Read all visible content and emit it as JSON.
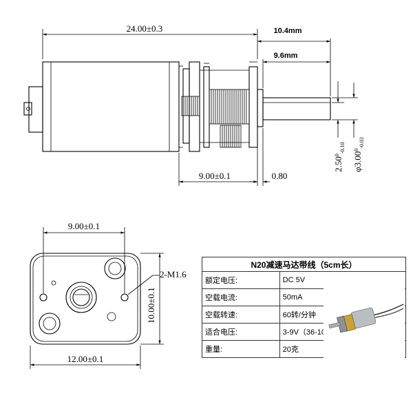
{
  "drawing": {
    "top": {
      "overall_length": "24.00±0.3",
      "shaft_total": "10.4mm",
      "shaft_exposed": "9.6mm",
      "gearbox_length": "9.00±0.1",
      "collar": "0.80"
    },
    "shaft_flat": {
      "base": "2.50",
      "sup": "0",
      "sub": "-0.10"
    },
    "shaft_dia": {
      "base": "φ3.00",
      "sup": "0",
      "sub": "-0.03"
    },
    "front": {
      "hole_spacing": "9.00±0.1",
      "screw": "2-M1.6",
      "height": "10.00±0.1",
      "width": "12.00±0.1"
    }
  },
  "spec": {
    "title": "N20减速马达带线（5cm长）",
    "rows": [
      {
        "label": "额定电压:",
        "value": "DC 5V"
      },
      {
        "label": "空载电流:",
        "value": "50mA"
      },
      {
        "label": "空载转速:",
        "value": "60转/分钟"
      },
      {
        "label": "适合电压:",
        "value": "3-9V（36-108转）"
      },
      {
        "label": "重量:",
        "value": "20克"
      }
    ]
  }
}
